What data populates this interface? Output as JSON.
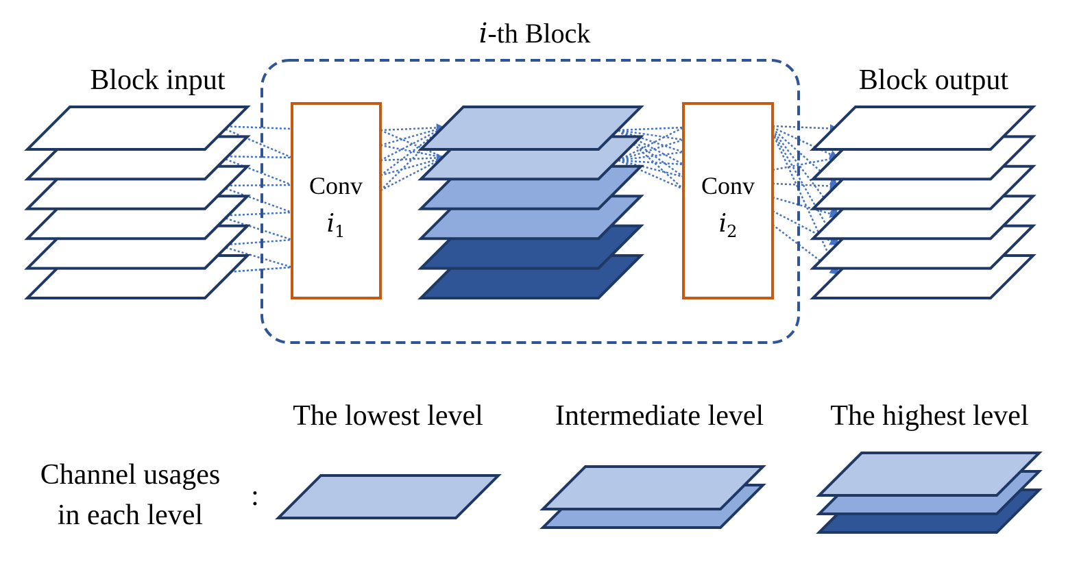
{
  "block_title": {
    "var": "i",
    "text": "-th Block"
  },
  "block_input_label": "Block input",
  "block_output_label": "Block output",
  "conv1": {
    "label": "Conv",
    "var": "i",
    "sub": "1"
  },
  "conv2": {
    "label": "Conv",
    "var": "i",
    "sub": "2"
  },
  "levels": [
    {
      "label": "The lowest level"
    },
    {
      "label": "Intermediate level"
    },
    {
      "label": "The highest level"
    }
  ],
  "channel_usage_label": {
    "line1": "Channel usages",
    "line2": "in each level",
    "colon": ":"
  },
  "colors": {
    "stroke": "#1f3864",
    "conv_border": "#c55a11",
    "dashed_border": "#2f5597",
    "arrow": "#4472c4",
    "level_low": "#b4c7e7",
    "level_mid": "#8faadc",
    "level_high": "#2f5597",
    "empty": "#ffffff"
  },
  "input_stack": {
    "channels": 6
  },
  "output_stack": {
    "channels": 6
  },
  "middle_stack": {
    "fills": [
      "level_high",
      "level_high",
      "level_mid",
      "level_mid",
      "level_low",
      "level_low"
    ]
  },
  "legend_low": {
    "fills": [
      "level_low"
    ]
  },
  "legend_mid": {
    "fills": [
      "level_mid",
      "level_low"
    ]
  },
  "legend_high": {
    "fills": [
      "level_high",
      "level_mid",
      "level_low"
    ]
  }
}
